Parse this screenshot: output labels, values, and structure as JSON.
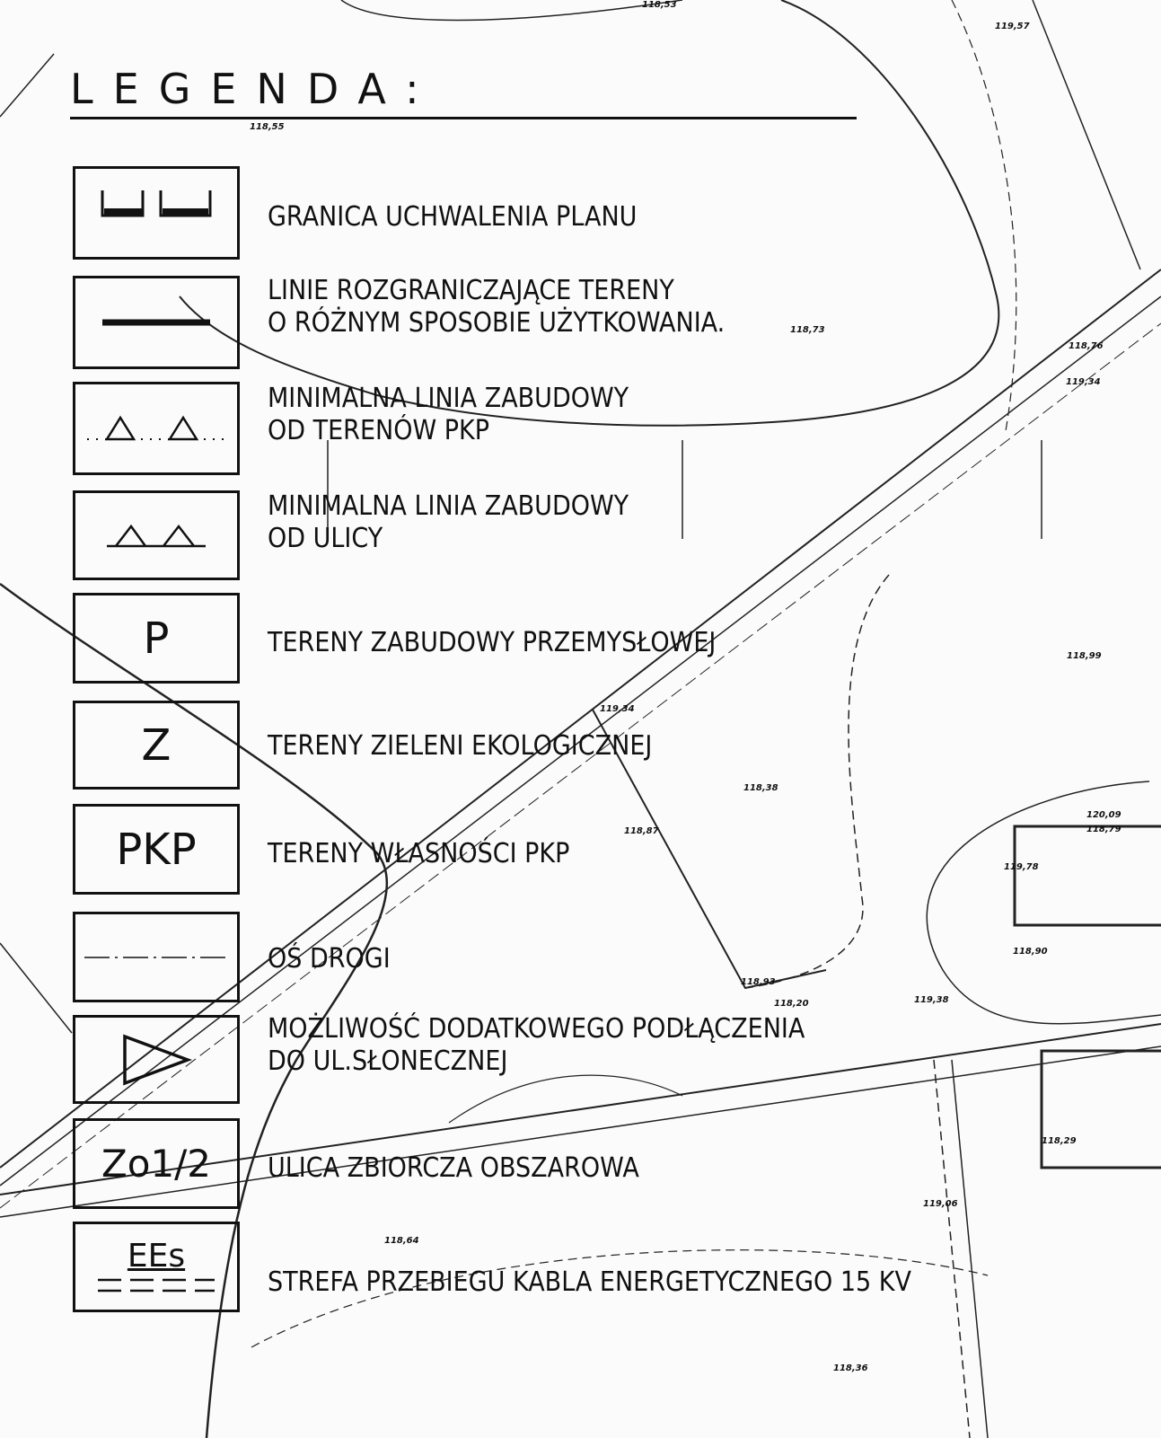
{
  "legend": {
    "title": "LEGENDA:",
    "items": [
      {
        "symbol": "",
        "icon": "plan-boundary-icon",
        "lines": [
          "GRANICA UCHWALENIA PLANU"
        ]
      },
      {
        "symbol": "",
        "icon": "solid-line-icon",
        "lines": [
          "LINIE ROZGRANICZAJĄCE TERENY",
          "O RÓŻNYM SPOSOBIE UŻYTKOWANIA."
        ]
      },
      {
        "symbol": "",
        "icon": "dotted-triangle-line-icon",
        "lines": [
          "MINIMALNA LINIA ZABUDOWY",
          "OD TERENÓW PKP"
        ]
      },
      {
        "symbol": "",
        "icon": "triangle-line-icon",
        "lines": [
          "MINIMALNA LINIA ZABUDOWY",
          "OD ULICY"
        ]
      },
      {
        "symbol": "P",
        "icon": "",
        "lines": [
          "TERENY ZABUDOWY PRZEMYSŁOWEJ"
        ]
      },
      {
        "symbol": "Z",
        "icon": "",
        "lines": [
          "TERENY ZIELENI EKOLOGICZNEJ"
        ]
      },
      {
        "symbol": "PKP",
        "icon": "",
        "lines": [
          "TERENY WŁASNOŚCI PKP"
        ]
      },
      {
        "symbol": "",
        "icon": "road-axis-icon",
        "lines": [
          "OŚ DROGI"
        ]
      },
      {
        "symbol": "",
        "icon": "connection-arrow-icon",
        "lines": [
          "MOŻLIWOŚĆ DODATKOWEGO PODŁĄCZENIA",
          "DO UL.SŁONECZNEJ"
        ]
      },
      {
        "symbol": "Zo1/2",
        "icon": "",
        "lines": [
          "ULICA ZBIORCZA OBSZAROWA"
        ]
      },
      {
        "symbol": "EEs",
        "icon": "cable-zone-icon",
        "lines": [
          "STREFA PRZEBIEGU KABLA ENERGETYCZNEGO 15 KV"
        ]
      }
    ]
  },
  "spot_heights": [
    "118,53",
    "119,57",
    "118,55",
    "118,73",
    "118,76",
    "119,34",
    "118,99",
    "119,34",
    "118,38",
    "118,87",
    "118,93",
    "118,20",
    "119,38",
    "120,09",
    "118,79",
    "119,78",
    "118,90",
    "118,64",
    "118,36",
    "119,06",
    "118,29"
  ]
}
